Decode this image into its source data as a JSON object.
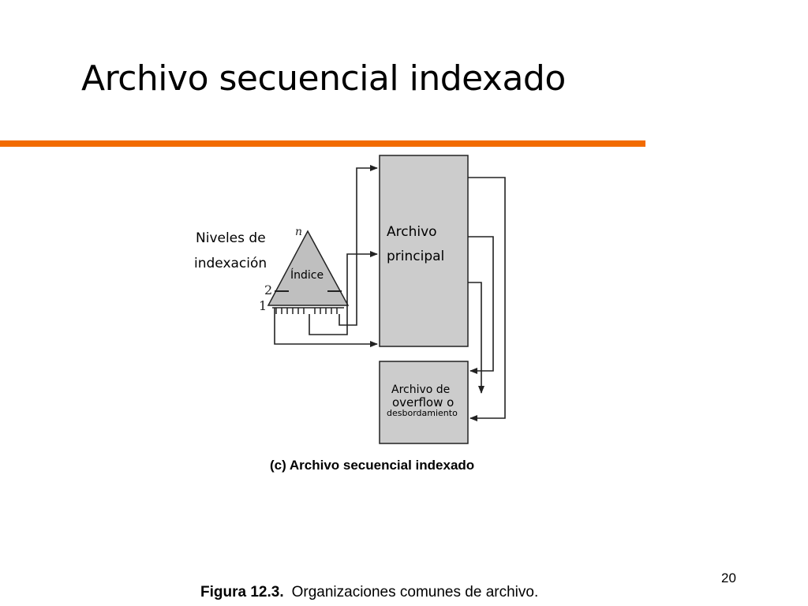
{
  "title": "Archivo secuencial indexado",
  "colors": {
    "accent_rule": "#f26b00",
    "box_fill": "#cccccc",
    "triangle_fill": "#bfbfbf",
    "line": "#222222"
  },
  "diagram": {
    "levels_label_line1": "Niveles de",
    "levels_label_line2": "indexación",
    "level_n": "n",
    "level_2": "2",
    "level_1": "1",
    "index_label": "Índice",
    "main_file_line1": "Archivo",
    "main_file_line2": "principal",
    "overflow_line1": "Archivo de",
    "overflow_line2": "overflow o",
    "overflow_line3": "desbordamiento",
    "caption": "(c) Archivo secuencial indexado"
  },
  "footer": {
    "page_number": "20",
    "figure_label": "Figura 12.3.",
    "figure_text": "Organizaciones comunes de archivo."
  }
}
